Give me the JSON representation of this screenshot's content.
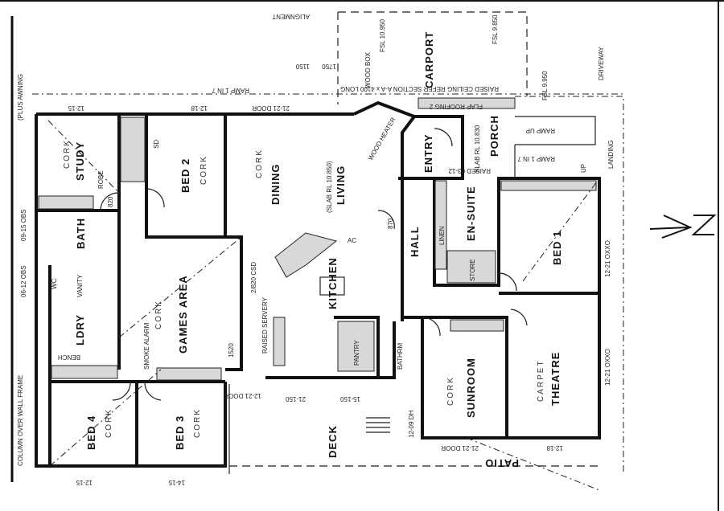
{
  "plan": {
    "rooms": {
      "study": "STUDY",
      "bed2": "BED 2",
      "dining": "DINING",
      "living": "LIVING",
      "bath": "BATH",
      "wc": "WC",
      "vanity": "VANITY",
      "ldry": "LDRY",
      "games": "GAMES AREA",
      "bed4": "BED 4",
      "bed3": "BED 3",
      "deck": "DECK",
      "kitchen": "KITCHEN",
      "pantry": "PANTRY",
      "entry": "ENTRY",
      "porch": "PORCH",
      "hall": "HALL",
      "ensuite": "EN-SUITE",
      "bed1": "BED 1",
      "store": "STORE",
      "sunroom": "SUNROOM",
      "theatre": "THEATRE",
      "bathroom": "BATHRM",
      "carport": "CARPORT",
      "patio": "PATIO",
      "driveway": "DRIVEWAY",
      "landing": "LANDING"
    },
    "finishes": {
      "cork": "CORK",
      "carpet": "CARPET"
    },
    "notes": {
      "awning": "(PLUS AWNING",
      "alignment": "ALIGNMENT",
      "ramp_top": "RAMP 1 IN 7",
      "ramp_porch": "RAMP 1 IN 7",
      "door_top": "21-21 DOOR",
      "win_study": "12-15",
      "win_bed2": "12-18",
      "dim_1150": "1150",
      "dim_1750": "1750",
      "slab_living": "(SLAB RL 10.850)",
      "slab_porch": "SLAB RL 10.830",
      "raised": "RAISED 03-12",
      "raised_ceiling": "RAISED CEILING REFER SECTION A-A x 4100 LONG",
      "flap": "FLAP ROOFING 2",
      "fsl_1": "FSL 10.950",
      "fsl_2": "FSL 9.850",
      "fsl_3": "FSL 9.950",
      "ramp_up": "RAMP UP",
      "up": "UP",
      "robe": "ROBE",
      "sd": "SD",
      "door_820": "820",
      "door_870": "870",
      "linen": "LINEN",
      "bench": "BENCH",
      "raised_servery": "RAISED SERVERY",
      "win_left1": "09-15 OBS",
      "win_left2": "06-12 OBS",
      "win_bed1": "12-21 OXXO",
      "win_theatre": "12-21 OXXO",
      "win_bed4": "12-15",
      "win_bed3": "14-15",
      "door_deck": "12-21 DOOR",
      "win_deck1": "21-150",
      "win_deck2": "15-150",
      "win_sun": "21-21 DOOR",
      "win_theatre_bottom": "12-18",
      "dh": "12-09 DH",
      "column": "COLUMN OVER WALL FRAME",
      "smoke": "SMOKE ALARM",
      "ac": "AC",
      "wood_heater": "WOOD HEATER",
      "wood_box": "WOOD BOX",
      "north": "N",
      "dim_1520": "1520",
      "dim_820": "2/820 CSD"
    }
  }
}
